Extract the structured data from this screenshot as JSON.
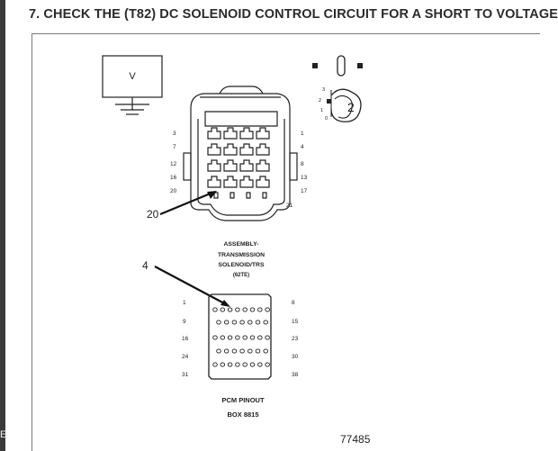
{
  "step": {
    "title": "7. CHECK THE (T82) DC SOLENOID CONTROL CIRCUIT FOR A SHORT TO VOLTAGE"
  },
  "meter": {
    "label": "V"
  },
  "ignition": {
    "positions": [
      "3",
      "2",
      "1",
      "0"
    ],
    "selected": "2"
  },
  "connector_tra": {
    "pin_labels_left": [
      "3",
      "7",
      "12",
      "16",
      "20"
    ],
    "pin_labels_right": [
      "1",
      "4",
      "8",
      "13",
      "17",
      "21"
    ],
    "name_line1": "ASSEMBLY-",
    "name_line2": "TRANSMISSION",
    "name_line3": "SOLENOID/TRS",
    "name_line4": "(62TE)"
  },
  "probe_callouts": {
    "tra_pin": "20",
    "pcm_pin": "4"
  },
  "pcm": {
    "pin_labels_left": [
      "1",
      "9",
      "16",
      "24",
      "31"
    ],
    "pin_labels_right": [
      "8",
      "15",
      "23",
      "30",
      "38"
    ],
    "title_line1": "PCM PINOUT",
    "title_line2": "BOX 8815"
  },
  "figure_number": "77485",
  "edge_letter": "E"
}
